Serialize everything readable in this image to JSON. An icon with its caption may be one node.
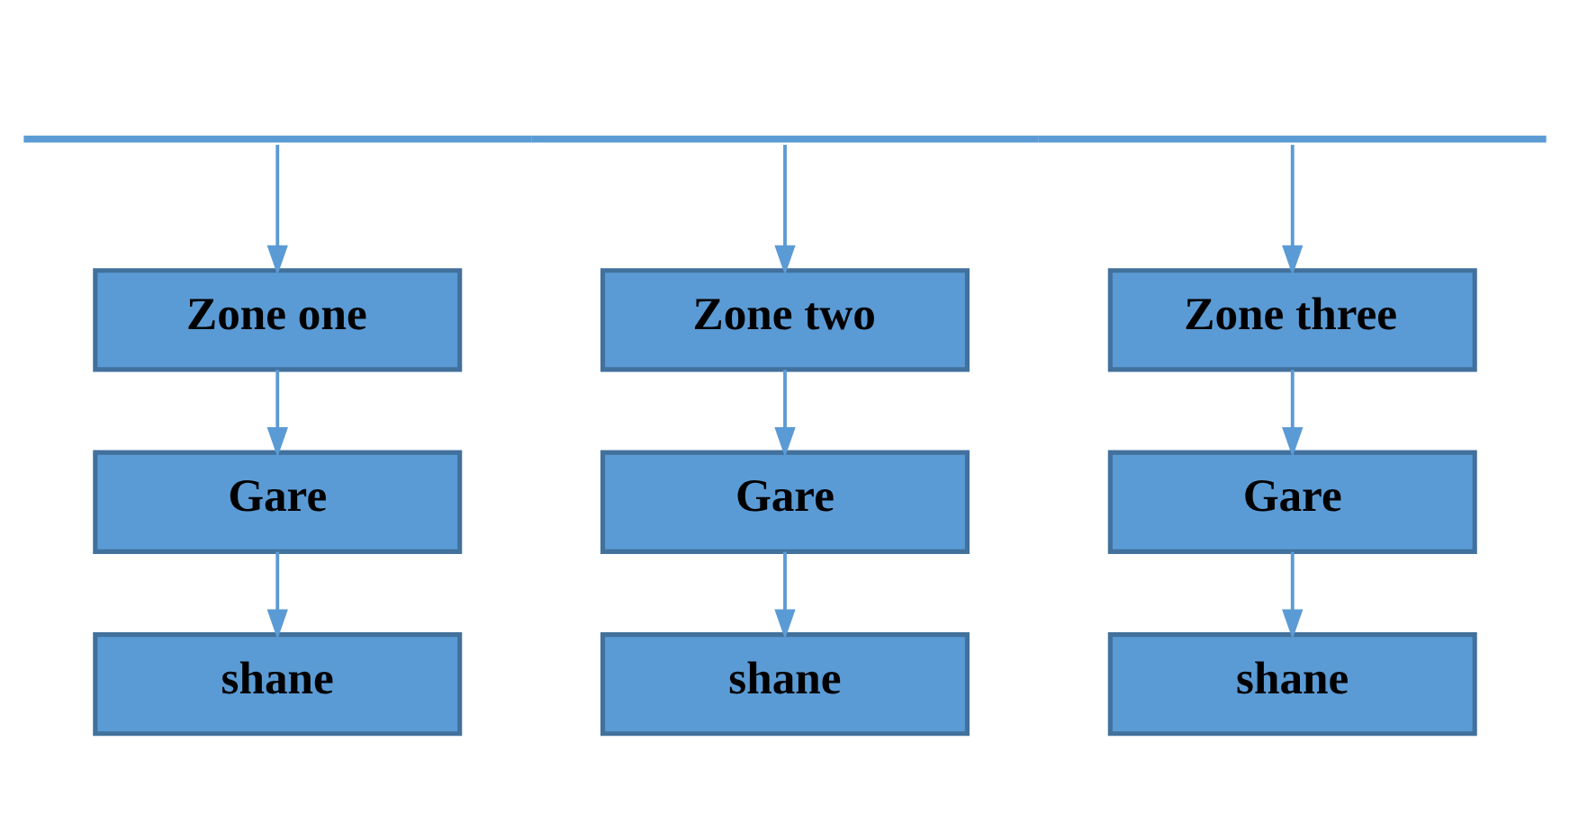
{
  "diagram": {
    "nodes": [
      {
        "text": [],
        "shape": "bar"
      },
      {
        "text": [
          "Zone one"
        ]
      },
      {
        "text": [
          "Zone two"
        ]
      },
      {
        "text": [
          "Zone three"
        ]
      },
      {
        "text": [
          "Gare"
        ]
      },
      {
        "text": [
          "Gare"
        ]
      },
      {
        "text": [
          "Gare"
        ]
      },
      {
        "text": [
          "shane"
        ]
      },
      {
        "text": [
          "shane"
        ]
      },
      {
        "text": [
          "shane"
        ]
      }
    ],
    "edges": [
      {
        "from": 0,
        "to": 1,
        "arrow": "to"
      },
      {
        "from": 0,
        "to": 2,
        "arrow": "to"
      },
      {
        "from": 0,
        "to": 3,
        "arrow": "to"
      },
      {
        "from": 1,
        "to": 4,
        "arrow": "to"
      },
      {
        "from": 4,
        "to": 7,
        "arrow": "to"
      },
      {
        "from": 2,
        "to": 5,
        "arrow": "to"
      },
      {
        "from": 5,
        "to": 8,
        "arrow": "to"
      },
      {
        "from": 3,
        "to": 6,
        "arrow": "to"
      },
      {
        "from": 6,
        "to": 9,
        "arrow": "to"
      }
    ]
  }
}
